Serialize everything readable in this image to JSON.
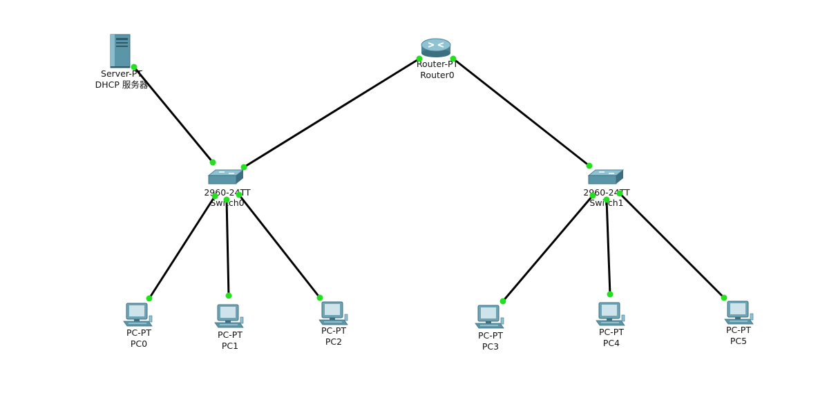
{
  "topology": {
    "devices": {
      "server": {
        "model": "Server-PT",
        "name": "DHCP 服务器",
        "icon": "server-icon"
      },
      "router0": {
        "model": "Router-PT",
        "name": "Router0",
        "icon": "router-icon"
      },
      "switch0": {
        "model": "2960-24TT",
        "name": "Switch0",
        "icon": "switch-icon"
      },
      "switch1": {
        "model": "2960-24TT",
        "name": "Switch1",
        "icon": "switch-icon"
      },
      "pc0": {
        "model": "PC-PT",
        "name": "PC0",
        "icon": "pc-icon"
      },
      "pc1": {
        "model": "PC-PT",
        "name": "PC1",
        "icon": "pc-icon"
      },
      "pc2": {
        "model": "PC-PT",
        "name": "PC2",
        "icon": "pc-icon"
      },
      "pc3": {
        "model": "PC-PT",
        "name": "PC3",
        "icon": "pc-icon"
      },
      "pc4": {
        "model": "PC-PT",
        "name": "PC4",
        "icon": "pc-icon"
      },
      "pc5": {
        "model": "PC-PT",
        "name": "PC5",
        "icon": "pc-icon"
      }
    },
    "links": [
      {
        "from": "server",
        "to": "switch0",
        "status": "up"
      },
      {
        "from": "switch0",
        "to": "router0",
        "status": "up"
      },
      {
        "from": "router0",
        "to": "switch1",
        "status": "up"
      },
      {
        "from": "switch0",
        "to": "pc0",
        "status": "up"
      },
      {
        "from": "switch0",
        "to": "pc1",
        "status": "up"
      },
      {
        "from": "switch0",
        "to": "pc2",
        "status": "up"
      },
      {
        "from": "switch1",
        "to": "pc3",
        "status": "up"
      },
      {
        "from": "switch1",
        "to": "pc4",
        "status": "up"
      },
      {
        "from": "switch1",
        "to": "pc5",
        "status": "up"
      }
    ],
    "colors": {
      "link": "#000000",
      "port_up": "#22e01e",
      "device_body": "#5b96a8",
      "device_dark": "#3d6f80",
      "screen": "#cfe3ea"
    }
  }
}
